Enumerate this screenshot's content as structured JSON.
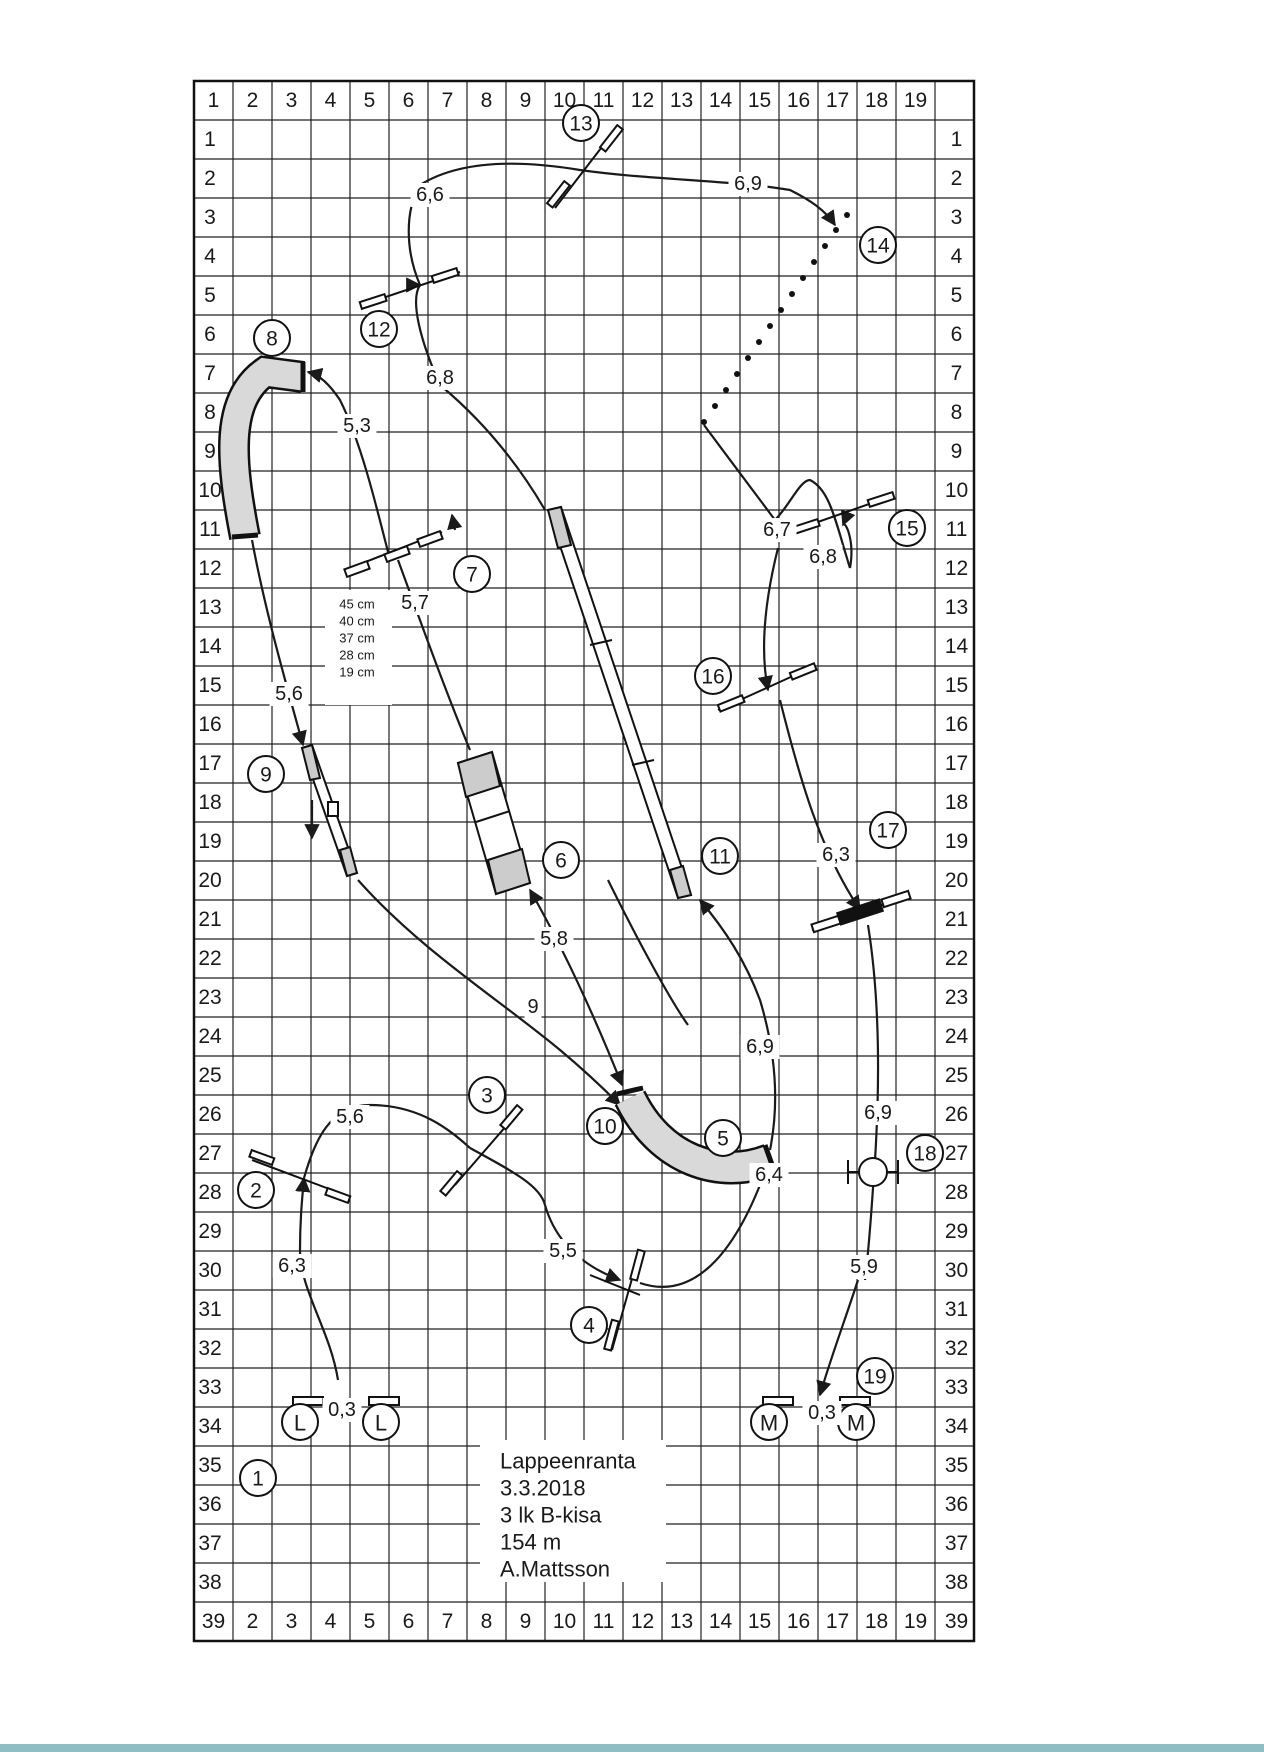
{
  "grid": {
    "columns": 19,
    "rows": 39,
    "top_labels": [
      "1",
      "2",
      "3",
      "4",
      "5",
      "6",
      "7",
      "8",
      "9",
      "10",
      "11",
      "12",
      "13",
      "14",
      "15",
      "16",
      "17",
      "18",
      "19"
    ],
    "bottom_labels": [
      "39",
      "2",
      "3",
      "4",
      "5",
      "6",
      "7",
      "8",
      "9",
      "10",
      "11",
      "12",
      "13",
      "14",
      "15",
      "16",
      "17",
      "18",
      "19"
    ],
    "side_labels": [
      "1",
      "2",
      "3",
      "4",
      "5",
      "6",
      "7",
      "8",
      "9",
      "10",
      "11",
      "12",
      "13",
      "14",
      "15",
      "16",
      "17",
      "18",
      "19",
      "20",
      "21",
      "22",
      "23",
      "24",
      "25",
      "26",
      "27",
      "28",
      "29",
      "30",
      "31",
      "32",
      "33",
      "34",
      "35",
      "36",
      "37",
      "38",
      "39"
    ]
  },
  "obstacles": [
    {
      "num": "1"
    },
    {
      "num": "2"
    },
    {
      "num": "3"
    },
    {
      "num": "4"
    },
    {
      "num": "5"
    },
    {
      "num": "6"
    },
    {
      "num": "7"
    },
    {
      "num": "8"
    },
    {
      "num": "9"
    },
    {
      "num": "10"
    },
    {
      "num": "11"
    },
    {
      "num": "12"
    },
    {
      "num": "13"
    },
    {
      "num": "14"
    },
    {
      "num": "15"
    },
    {
      "num": "16"
    },
    {
      "num": "17"
    },
    {
      "num": "18"
    },
    {
      "num": "19"
    }
  ],
  "distances": [
    "6,3",
    "5,6",
    "5,5",
    "6,4",
    "5,8",
    "5,7",
    "5,3",
    "5,6",
    "9",
    "6,9",
    "6,8",
    "6,6",
    "6,9",
    "6,7",
    "6,8",
    "6,3",
    "6,9",
    "5,9",
    "0,3",
    "0,3"
  ],
  "start_markers": [
    "L",
    "L"
  ],
  "finish_markers": [
    "M",
    "M"
  ],
  "jump_heights": [
    "45 cm",
    "40 cm",
    "37 cm",
    "28 cm",
    "19 cm"
  ],
  "course_info": [
    "Lappeenranta",
    "3.3.2018",
    "3 lk B-kisa",
    "154 m",
    "A.Mattsson"
  ]
}
